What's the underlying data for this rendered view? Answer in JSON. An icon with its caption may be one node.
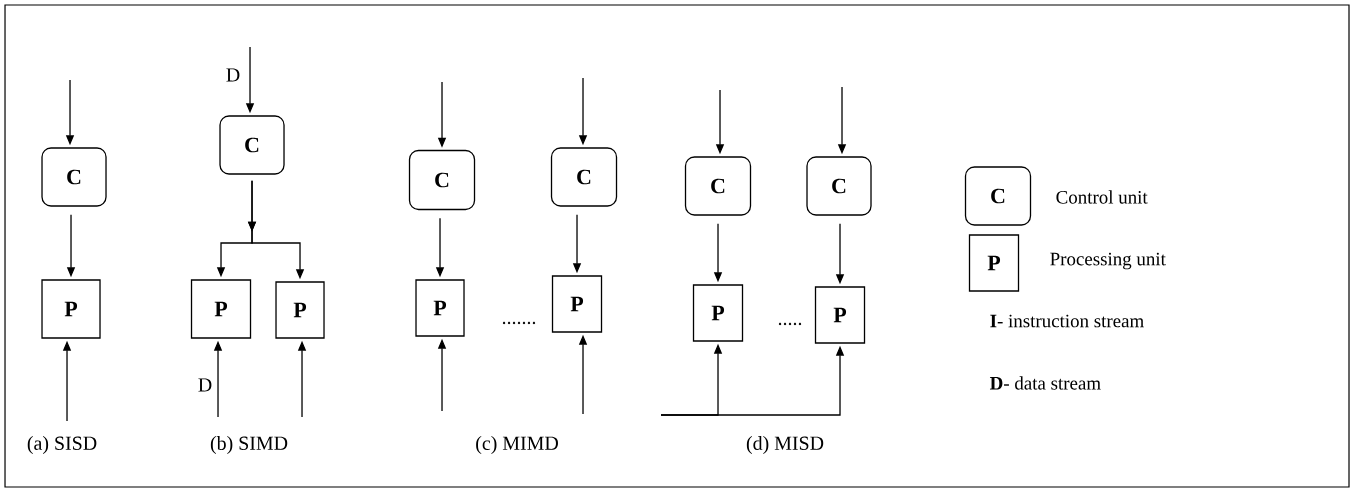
{
  "diagram": {
    "nodes": [
      {
        "text": [
          "C"
        ]
      },
      {
        "text": [
          "P"
        ]
      },
      {
        "text": [
          "C"
        ]
      },
      {
        "text": [
          "P"
        ]
      },
      {
        "text": [
          "P"
        ]
      },
      {
        "text": [
          "C"
        ]
      },
      {
        "text": [
          "P"
        ]
      },
      {
        "text": [
          "C"
        ]
      },
      {
        "text": [
          "P"
        ]
      },
      {
        "text": [
          "C"
        ]
      },
      {
        "text": [
          "P"
        ]
      },
      {
        "text": [
          "C"
        ]
      },
      {
        "text": [
          "P"
        ]
      },
      {
        "text": [
          "C"
        ],
        "beside": [
          "Control unit"
        ]
      },
      {
        "text": [
          "P"
        ],
        "beside": [
          "Processing unit"
        ]
      }
    ],
    "edges": [
      {
        "from": null,
        "to": 0,
        "arrow": "to"
      },
      {
        "from": 0,
        "to": 1,
        "arrow": "to"
      },
      {
        "from": null,
        "to": 1,
        "arrow": "to"
      },
      {
        "from": null,
        "to": 2,
        "arrow": "to",
        "label": "D"
      },
      {
        "from": 2,
        "to": 3,
        "arrow": "to"
      },
      {
        "from": 2,
        "to": 4,
        "arrow": "to"
      },
      {
        "from": null,
        "to": 3,
        "arrow": "to",
        "label": "D"
      },
      {
        "from": null,
        "to": 4,
        "arrow": "to"
      },
      {
        "from": null,
        "to": 5,
        "arrow": "to"
      },
      {
        "from": 5,
        "to": 6,
        "arrow": "to"
      },
      {
        "from": null,
        "to": 6,
        "arrow": "to"
      },
      {
        "from": null,
        "to": 7,
        "arrow": "to"
      },
      {
        "from": 7,
        "to": 8,
        "arrow": "to"
      },
      {
        "from": null,
        "to": 8,
        "arrow": "to"
      },
      {
        "from": null,
        "to": 9,
        "arrow": "to"
      },
      {
        "from": 9,
        "to": 10,
        "arrow": "to"
      },
      {
        "from": null,
        "to": 10,
        "arrow": "to"
      },
      {
        "from": null,
        "to": 11,
        "arrow": "to"
      },
      {
        "from": 11,
        "to": 12,
        "arrow": "to"
      },
      {
        "from": null,
        "to": 12,
        "arrow": "to"
      }
    ],
    "labels": [
      "(a) SISD",
      "(b) SIMD",
      ".......",
      "(c) MIMD",
      ".....",
      "(d) MISD",
      "**I**- instruction stream",
      "**D**- data stream"
    ]
  }
}
